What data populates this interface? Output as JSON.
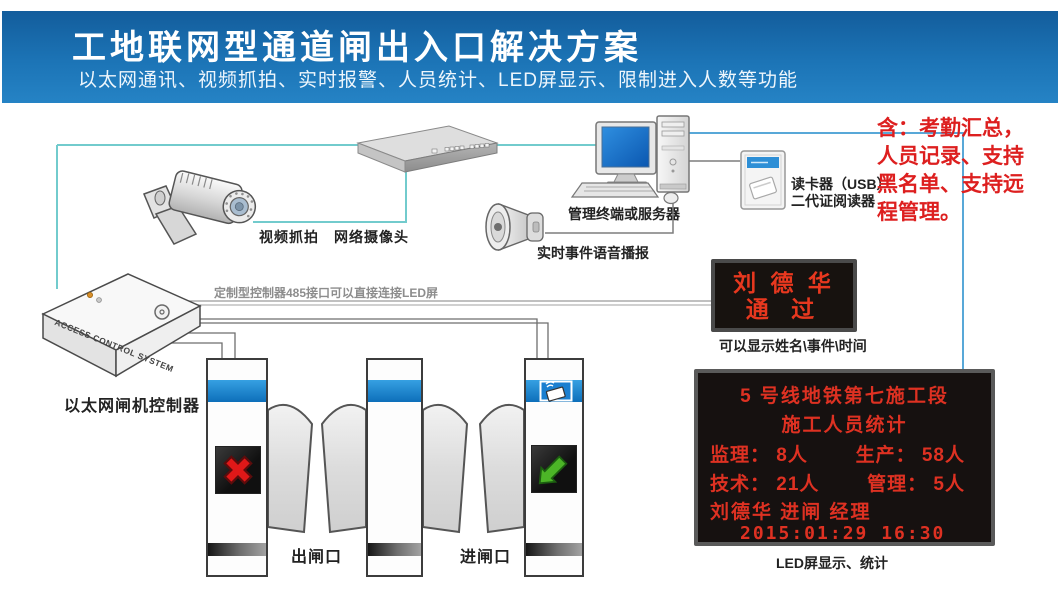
{
  "header": {
    "title": "工地联网型通道闸出入口解决方案",
    "subtitle": "以太网通讯、视频抓拍、实时报警、人员统计、LED屏显示、限制进入人数等功能"
  },
  "devices": {
    "camera": {
      "label": "视频抓拍　网络摄像头"
    },
    "server": {
      "label": "管理终端或服务器"
    },
    "card_reader": {
      "label_line1": "读卡器（USB）",
      "label_line2": "二代证阅读器"
    },
    "speaker": {
      "label": "实时事件语音播报"
    },
    "controller": {
      "label": "以太网闸机控制器",
      "box_text": "ACCESS CONTROL SYSTEM",
      "rs485_note": "定制型控制器485接口可以直接连接LED屏"
    }
  },
  "gates": {
    "exit_label": "出闸口",
    "entry_label": "进闸口"
  },
  "small_led": {
    "line1": "刘 德 华",
    "line2": "通 过",
    "caption": "可以显示姓名\\事件\\时间"
  },
  "big_led": {
    "title": "5 号线地铁第七施工段",
    "subtitle": "施工人员统计",
    "stats": [
      {
        "left": "监理：  8人",
        "right": "生产： 58人"
      },
      {
        "left": "技术： 21人",
        "right": "管理：  5人"
      }
    ],
    "event_line": "刘德华  进闸  经理",
    "time_line": "2015:01:29  16:30",
    "caption": "LED屏显示、统计"
  },
  "annotation": {
    "lines": [
      "含：考勤汇总，",
      "人员记录、支持",
      "黑名单、支持远",
      "程管理。"
    ]
  },
  "icons": {
    "camera": "cctv-camera-icon",
    "switch": "network-switch-icon",
    "server": "computer-server-icon",
    "card_reader": "card-reader-icon",
    "speaker": "horn-speaker-icon",
    "controller": "access-controller-icon",
    "cross": "red-cross-icon",
    "arrow": "green-entry-arrow-icon",
    "card_swipe": "card-swipe-icon"
  },
  "colors": {
    "banner_blue": "#1c74b6",
    "band_blue": "#0d6fba",
    "led_red": "#de3122",
    "line_teal": "#72cbcd",
    "line_blue": "#58a8d8",
    "cross_red": "#e01818",
    "arrow_green": "#4cb527",
    "annotation_red": "#dd1f1f"
  }
}
